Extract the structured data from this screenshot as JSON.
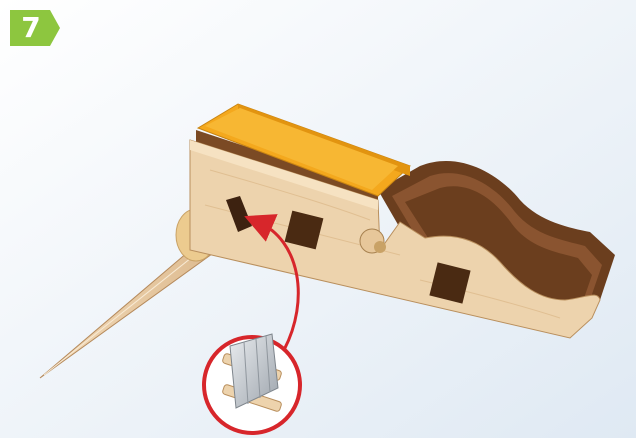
{
  "step": {
    "number": "7"
  },
  "colors": {
    "background": "#eaf1f8",
    "badge": "#8dc63f",
    "wood_light": "#edd3ad",
    "wood_dark": "#6b3e1e",
    "glue_orange": "#f4a81d",
    "callout_red": "#d7262b",
    "blade_gray": "#c8cdd3"
  },
  "icons": [
    "step-badge",
    "wooden-tool-body",
    "wooden-stick",
    "detail-callout-circle",
    "curved-arrow",
    "razor-blade"
  ]
}
